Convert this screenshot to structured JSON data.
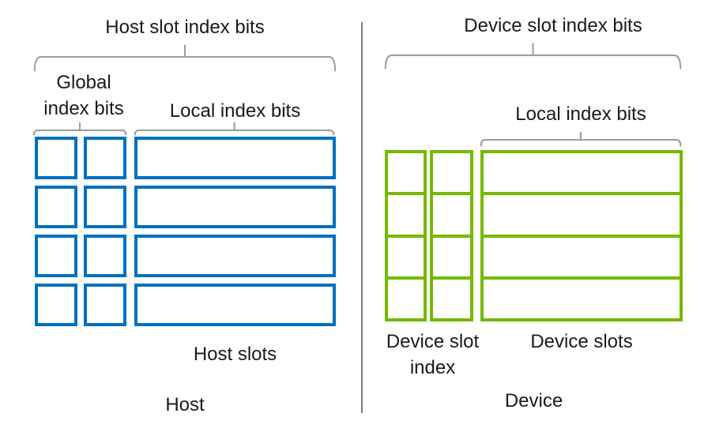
{
  "colors": {
    "host_accent": "#0070C0",
    "device_accent": "#76B900",
    "brace": "#9c9c9c",
    "divider": "#7f7f7f",
    "text": "#1a1a1a"
  },
  "host": {
    "title": "Host slot index bits",
    "global_label_line1": "Global",
    "global_label_line2": "index bits",
    "local_label": "Local index bits",
    "slots_label": "Host slots",
    "caption": "Host",
    "rows": 4,
    "global_cols": 2
  },
  "device": {
    "title": "Device slot index bits",
    "local_label": "Local index bits",
    "slot_index_label_line1": "Device slot",
    "slot_index_label_line2": "index",
    "slots_label": "Device slots",
    "caption": "Device",
    "rows": 4,
    "index_cols": 2
  }
}
